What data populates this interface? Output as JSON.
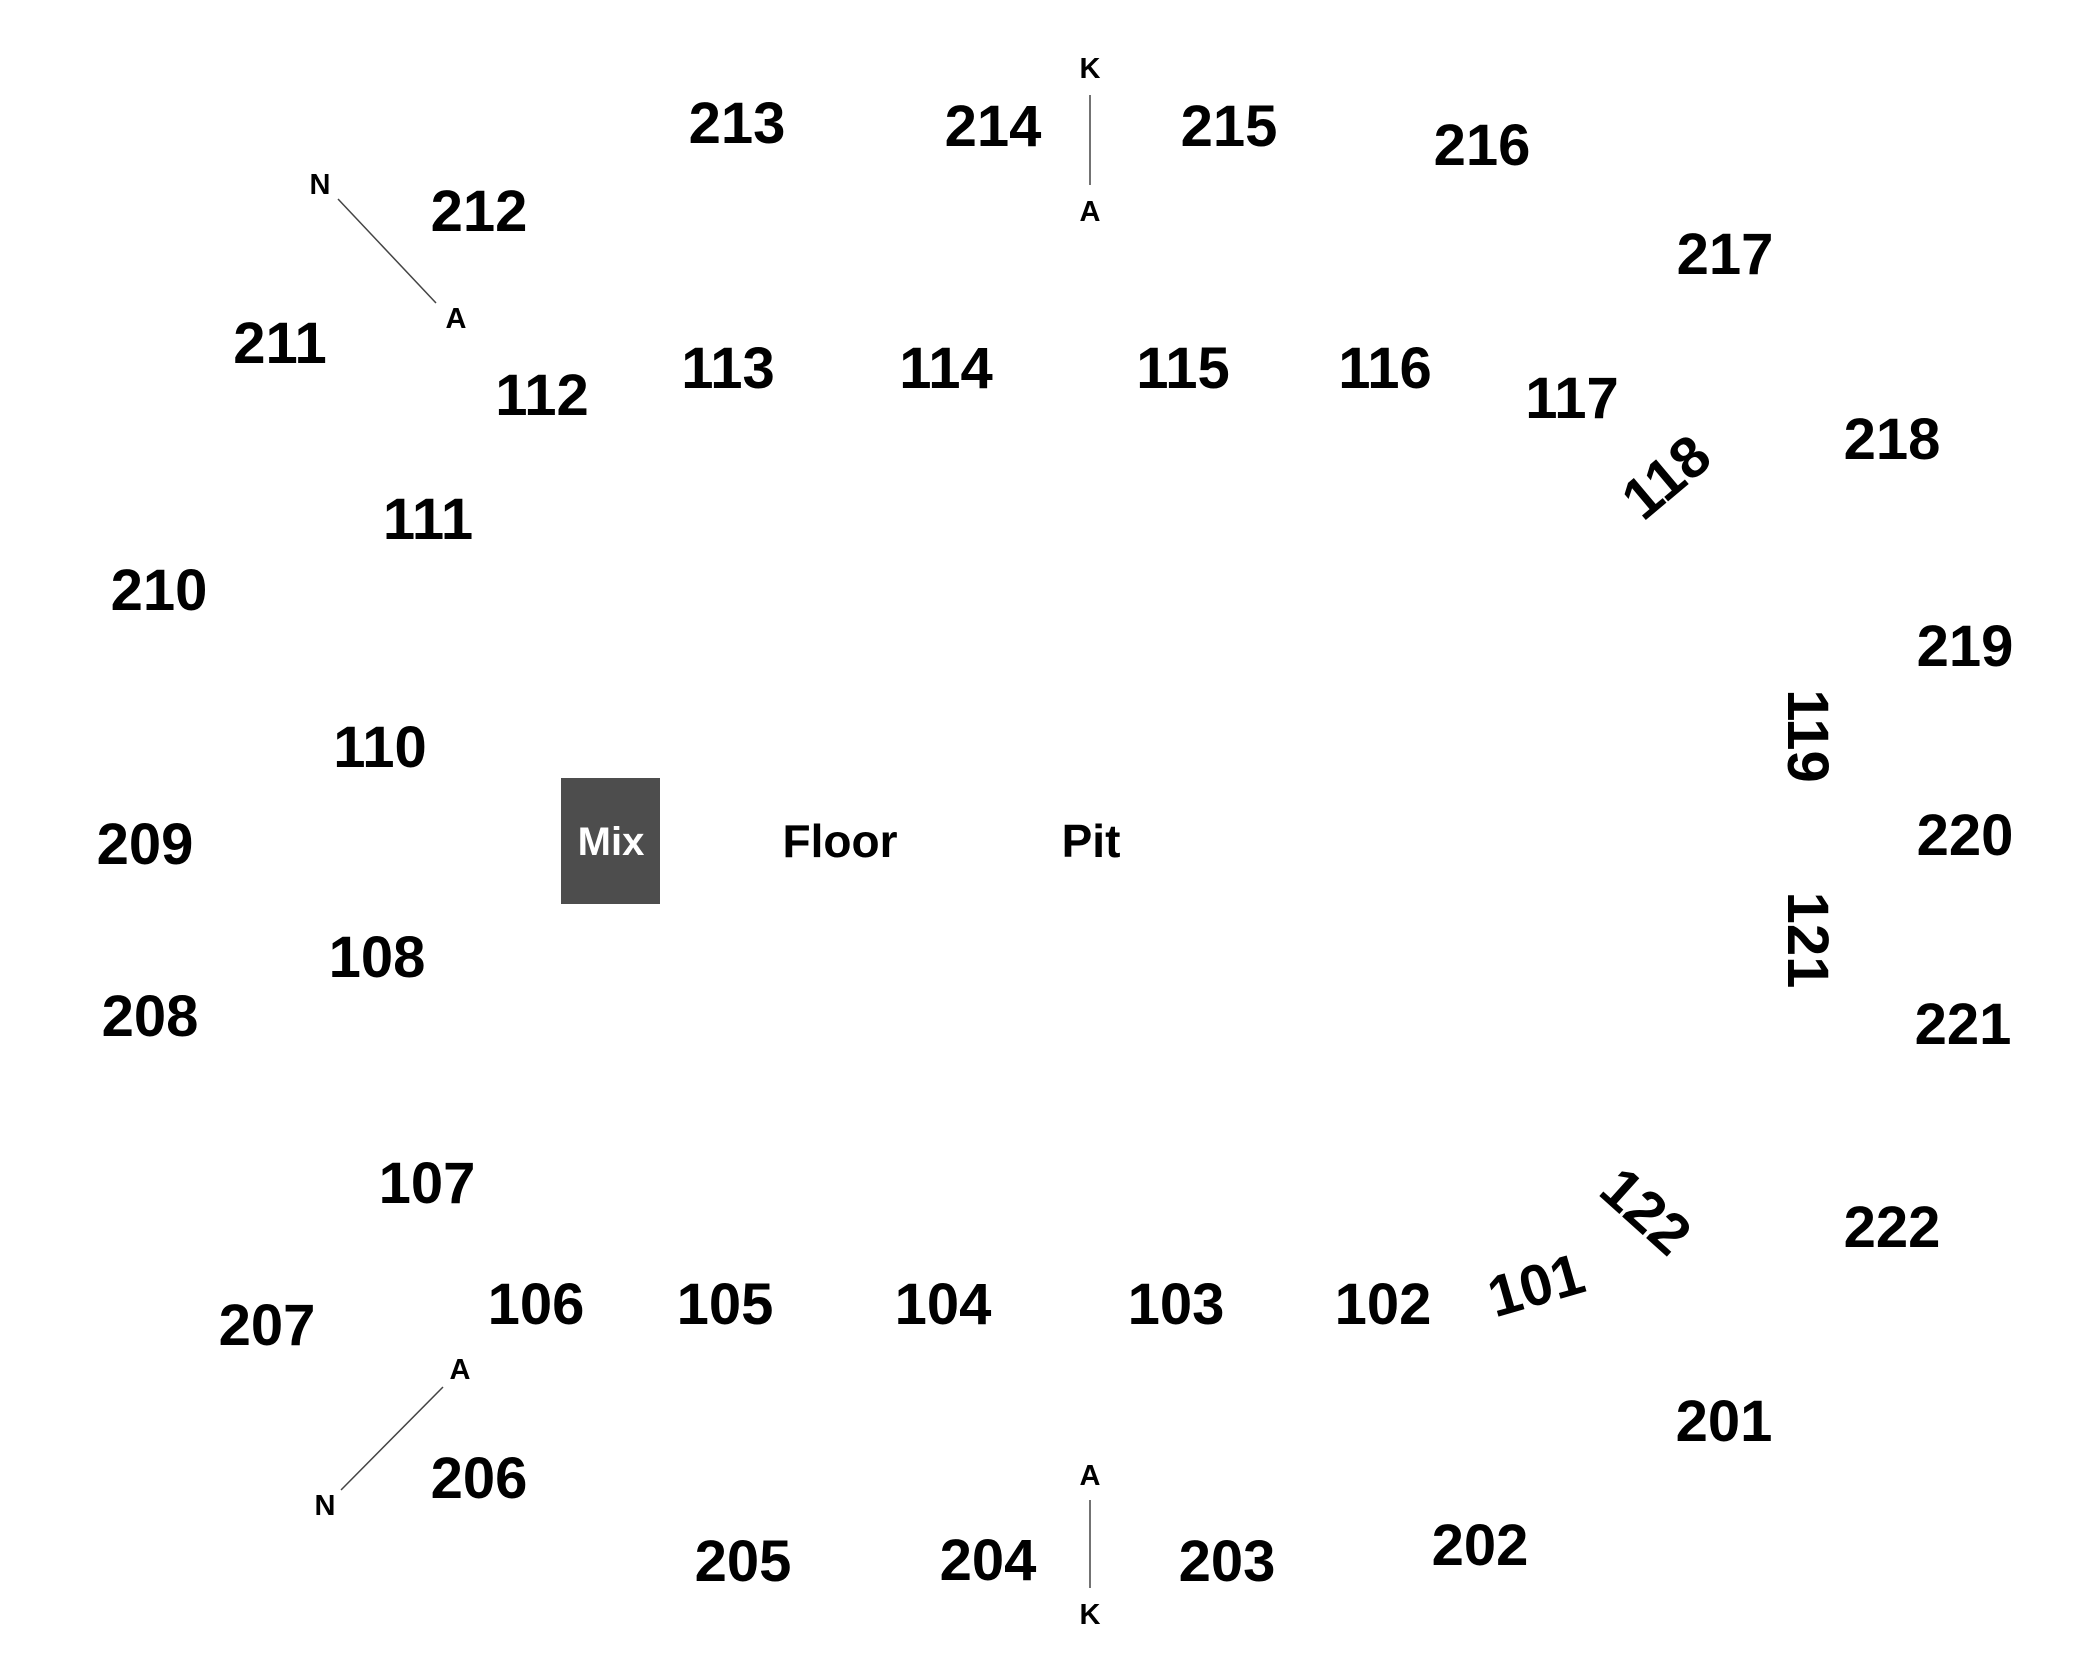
{
  "sections": {
    "s101": "101",
    "s102": "102",
    "s103": "103",
    "s104": "104",
    "s105": "105",
    "s106": "106",
    "s107": "107",
    "s108": "108",
    "s110": "110",
    "s111": "111",
    "s112": "112",
    "s113": "113",
    "s114": "114",
    "s115": "115",
    "s116": "116",
    "s117": "117",
    "s118": "118",
    "s119": "119",
    "s121": "121",
    "s122": "122",
    "s201": "201",
    "s202": "202",
    "s203": "203",
    "s204": "204",
    "s205": "205",
    "s206": "206",
    "s207": "207",
    "s208": "208",
    "s209": "209",
    "s210": "210",
    "s211": "211",
    "s212": "212",
    "s213": "213",
    "s214": "214",
    "s215": "215",
    "s216": "216",
    "s217": "217",
    "s218": "218",
    "s219": "219",
    "s220": "220",
    "s221": "221",
    "s222": "222"
  },
  "floor": {
    "mix": "Mix",
    "floor": "Floor",
    "pit": "Pit"
  },
  "row_markers": {
    "top_center_top": "K",
    "top_center_bottom": "A",
    "top_left_top": "N",
    "top_left_bottom": "A",
    "bottom_center_top": "A",
    "bottom_center_bottom": "K",
    "bottom_left_top": "A",
    "bottom_left_bottom": "N"
  },
  "colors": {
    "mix_box": "#4d4d4d",
    "text": "#000000",
    "background": "#ffffff"
  }
}
